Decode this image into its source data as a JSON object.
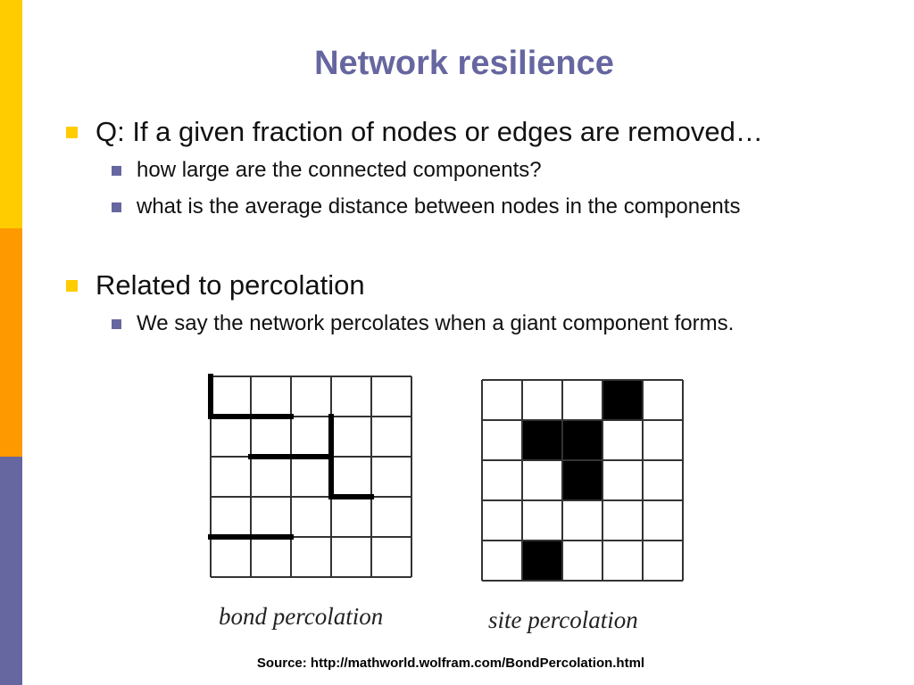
{
  "slide": {
    "title": "Network resilience",
    "bullets": [
      {
        "text": "Q: If a given fraction of nodes or edges are removed…",
        "sub": [
          "how large are the connected components?",
          "what is the average distance between nodes in the components"
        ]
      },
      {
        "text": "Related to percolation",
        "sub": [
          "We say the network percolates when a giant component forms."
        ]
      }
    ],
    "figures": {
      "bond_caption": "bond percolation",
      "site_caption": "site percolation",
      "grid_size": 5,
      "bond_edges": [
        {
          "orient": "v",
          "col": 0,
          "row": 0
        },
        {
          "orient": "h",
          "col": 1,
          "row": 1
        },
        {
          "orient": "h",
          "col": 2,
          "row": 1
        },
        {
          "orient": "v",
          "col": 3,
          "row": 1
        },
        {
          "orient": "h",
          "col": 2,
          "row": 2
        },
        {
          "orient": "h",
          "col": 3,
          "row": 2
        },
        {
          "orient": "v",
          "col": 3,
          "row": 2
        },
        {
          "orient": "h",
          "col": 4,
          "row": 3
        },
        {
          "orient": "h",
          "col": 1,
          "row": 4
        },
        {
          "orient": "h",
          "col": 2,
          "row": 4
        }
      ],
      "site_filled": [
        {
          "row": 0,
          "col": 3
        },
        {
          "row": 1,
          "col": 1
        },
        {
          "row": 1,
          "col": 2
        },
        {
          "row": 2,
          "col": 2
        },
        {
          "row": 4,
          "col": 1
        }
      ]
    },
    "source": "Source: http://mathworld.wolfram.com/BondPercolation.html"
  },
  "colors": {
    "sidebar_yellow": "#ffcc00",
    "sidebar_orange": "#ff9900",
    "sidebar_purple": "#6666a0",
    "bullet_l1": "#ffcc00",
    "bullet_l2": "#6666a0",
    "title": "#6666a0"
  }
}
